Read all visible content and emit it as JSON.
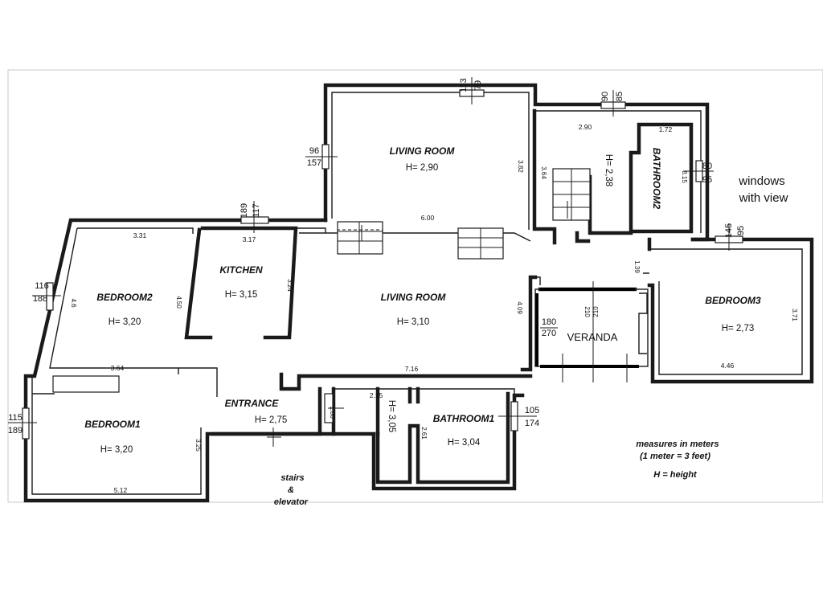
{
  "rooms": {
    "living_room_upper": {
      "name": "LIVING ROOM",
      "height": "H= 2,90",
      "dims": [
        "3.82",
        "6.00"
      ]
    },
    "bathroom2": {
      "name": "BATHROOM2",
      "height": "H= 2,38",
      "dims": [
        "2.90",
        "1.72",
        "3.64",
        "8.15",
        "1.39"
      ]
    },
    "kitchen": {
      "name": "KITCHEN",
      "height": "H= 3,15",
      "dims": [
        "3.17",
        "3.24",
        "4.50"
      ]
    },
    "bedroom2": {
      "name": "BEDROOM2",
      "height": "H= 3,20",
      "dims": [
        "3.31",
        "4.6",
        "3.64"
      ]
    },
    "living_room_main": {
      "name": "LIVING ROOM",
      "height": "H= 3,10",
      "dims": [
        "4.09",
        "7.16"
      ]
    },
    "veranda": {
      "name": "VERANDA",
      "dims": [
        "210",
        "210",
        "180",
        "270"
      ]
    },
    "bedroom3": {
      "name": "BEDROOM3",
      "height": "H= 2,73",
      "dims": [
        "3.71",
        "4.46"
      ]
    },
    "entrance": {
      "name": "ENTRANCE",
      "height": "H= 2,75",
      "dims": [
        "1.00",
        "2.15"
      ]
    },
    "bedroom1": {
      "name": "BEDROOM1",
      "height": "H= 3,20",
      "dims": [
        "3.25",
        "5.12"
      ]
    },
    "hall_small": {
      "height": "H= 3,05"
    },
    "bathroom1": {
      "name": "BATHROOM1",
      "height": "H= 3,04",
      "dims": [
        "2.61"
      ]
    }
  },
  "windows": {
    "w_living_top": [
      "113",
      "79"
    ],
    "w_living_left": [
      "96",
      "157"
    ],
    "w_bath2_top": [
      "90",
      "85"
    ],
    "w_bath2_right": [
      "80",
      "95"
    ],
    "w_kitchen": [
      "189",
      "117"
    ],
    "w_bedroom2": [
      "116",
      "188"
    ],
    "w_bedroom3": [
      "145",
      "95"
    ],
    "w_bedroom1": [
      "115",
      "189"
    ],
    "w_bathroom1": [
      "105",
      "174"
    ]
  },
  "labels": {
    "view_line1": "windows",
    "view_line2": "with view",
    "stairs_line1": "stairs",
    "stairs_line2": "&",
    "stairs_line3": "elevator",
    "note_line1": "measures in meters",
    "note_line2": "(1 meter = 3 feet)",
    "note_line3": "H = height"
  }
}
